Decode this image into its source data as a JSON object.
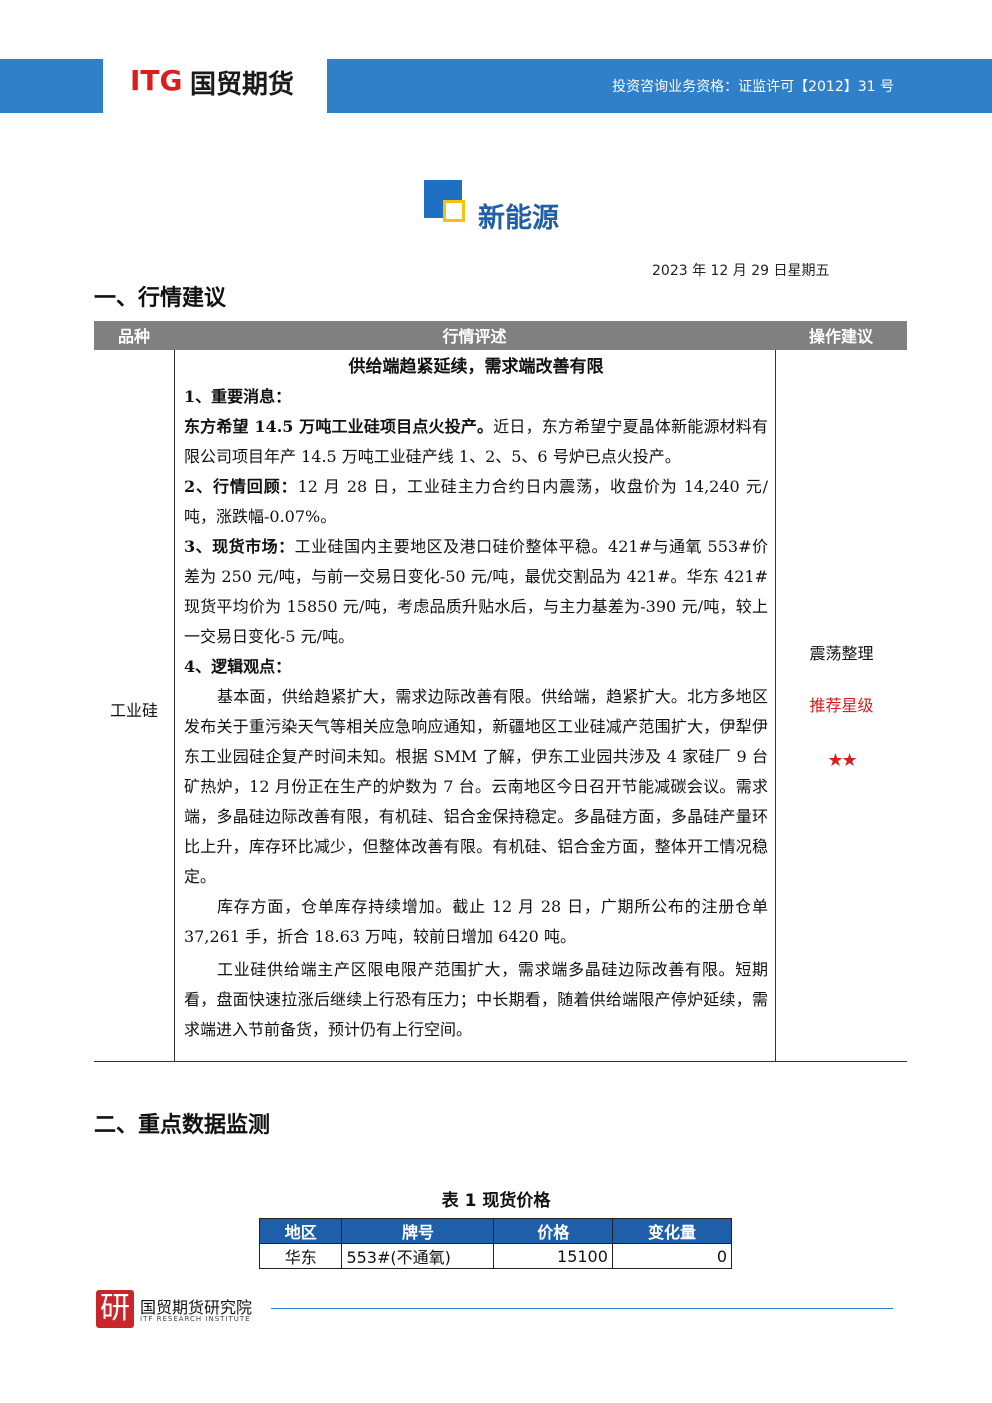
{
  "header": {
    "logo_itg": "ITG",
    "logo_cn": "国贸期货",
    "license": "投资咨询业务资格：证监许可【2012】31 号"
  },
  "category_title": "新能源",
  "date": "2023 年 12 月 29 日星期五",
  "section1_title": "一、行情建议",
  "table": {
    "headers": [
      "品种",
      "行情评述",
      "操作建议"
    ],
    "product": "工业硅",
    "operation": "震荡整理",
    "star_label": "推荐星级",
    "stars": "★★",
    "stars_rating": 2,
    "content": {
      "headline": "供给端趋紧延续，需求端改善有限",
      "news_label": "1、重要消息：",
      "news_bold": "东方希望 14.5 万吨工业硅项目点火投产。",
      "news_text": "近日，东方希望宁夏晶体新能源材料有限公司项目年产 14.5 万吨工业硅产线 1、2、5、6 号炉已点火投产。",
      "review_label": "2、行情回顾：",
      "review_text": "12 月 28 日，工业硅主力合约日内震荡，收盘价为 14,240 元/吨，涨跌幅-0.07%。",
      "spot_label": "3、现货市场：",
      "spot_text": "工业硅国内主要地区及港口硅价整体平稳。421#与通氧 553#价差为 250 元/吨，与前一交易日变化-50 元/吨，最优交割品为 421#。华东 421#现货平均价为 15850 元/吨，考虑品质升贴水后，与主力基差为-390 元/吨，较上一交易日变化-5 元/吨。",
      "logic_label": "4、逻辑观点：",
      "logic_p1": "基本面，供给趋紧扩大，需求边际改善有限。供给端，趋紧扩大。北方多地区发布关于重污染天气等相关应急响应通知，新疆地区工业硅减产范围扩大，伊犁伊东工业园硅企复产时间未知。根据 SMM 了解，伊东工业园共涉及 4 家硅厂 9 台矿热炉，12 月份正在生产的炉数为 7 台。云南地区今日召开节能减碳会议。需求端，多晶硅边际改善有限，有机硅、铝合金保持稳定。多晶硅方面，多晶硅产量环比上升，库存环比减少，但整体改善有限。有机硅、铝合金方面，整体开工情况稳定。",
      "logic_p2": "库存方面，仓单库存持续增加。截止 12 月 28 日，广期所公布的注册仓单 37,261 手，折合 18.63 万吨，较前日增加 6420 吨。",
      "logic_p3": "工业硅供给端主产区限电限产范围扩大，需求端多晶硅边际改善有限。短期看，盘面快速拉涨后继续上行恐有压力；中长期看，随着供给端限产停炉延续，需求端进入节前备货，预计仍有上行空间。"
    }
  },
  "section2_title": "二、重点数据监测",
  "table1": {
    "caption": "表 1  现货价格",
    "headers": [
      "地区",
      "牌号",
      "价格",
      "变化量"
    ],
    "rows": [
      [
        "华东",
        "553#(不通氧)",
        "15100",
        "0"
      ]
    ]
  },
  "footer": {
    "seal_char": "研",
    "name": "国贸期货研究院",
    "sub": "ITF RESEARCH INSTITUTE"
  },
  "colors": {
    "brand_blue": "#2f7fc9",
    "brand_red": "#d81e1e",
    "accent_yellow": "#f4c20d"
  }
}
